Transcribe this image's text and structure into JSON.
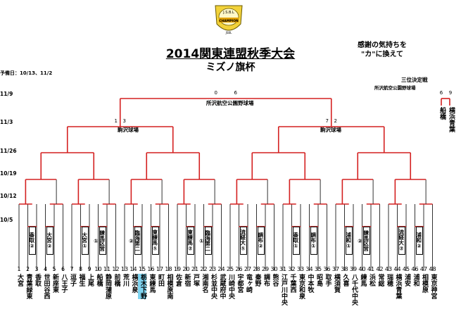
{
  "logo": {
    "text_top": "J.S.B.L",
    "text_ring": "CHAMPION",
    "text_bottom": "JSBL"
  },
  "title": "2014関東連盟秋季大会",
  "subtitle": "ミズノ旗杯",
  "slogan": [
    "感謝の気持ちを",
    "\"カ\"に換えて"
  ],
  "prelim": "予備日：10/13、11/2",
  "rounds": [
    "11/9",
    "11/3",
    "11/26",
    "10/19",
    "10/12",
    "10/5"
  ],
  "final": {
    "venue": "所沢航空公園野球場",
    "scores": [
      "0",
      "6"
    ]
  },
  "semis": [
    {
      "venue": "駒沢球場",
      "scores": [
        "1",
        "3"
      ]
    },
    {
      "venue": "駒沢球場",
      "scores": [
        "7",
        "2"
      ]
    }
  ],
  "third": {
    "title": "三位決定戦",
    "venue": "所沢航空公園野球場",
    "scores": [
      "6",
      "9"
    ],
    "teams": [
      "船橋",
      "横浜青葉"
    ]
  },
  "qualifiers": [
    "香取②",
    "大宮②",
    "大宮①",
    "練馬区営①",
    "臨海第二②",
    "東練馬①",
    "東練馬②",
    "臨海第二①",
    "流経大①",
    "調布②",
    "香取①",
    "調布①",
    "浦和①",
    "練馬区営②",
    "流経大②",
    "浦和②"
  ],
  "teams": [
    {
      "no": "1",
      "name": "大宮"
    },
    {
      "no": "2",
      "name": "青葉緑東"
    },
    {
      "no": "3",
      "name": "香取"
    },
    {
      "no": "4",
      "name": "世田谷西"
    },
    {
      "no": "5",
      "name": "新座東"
    },
    {
      "no": "6",
      "name": "八王子"
    },
    {
      "no": "7",
      "name": "逗子"
    },
    {
      "no": "8",
      "name": "福生"
    },
    {
      "no": "9",
      "name": "上尾"
    },
    {
      "no": "10",
      "name": "船橋"
    },
    {
      "no": "11",
      "name": "静岡蒲原"
    },
    {
      "no": "12",
      "name": "前橋"
    },
    {
      "no": "13",
      "name": "荒川"
    },
    {
      "no": "14",
      "name": "横浜泉"
    },
    {
      "no": "15",
      "name": "栃木下野"
    },
    {
      "no": "16",
      "name": "東練馬"
    },
    {
      "no": "17",
      "name": "町田"
    },
    {
      "no": "18",
      "name": "相模原南"
    },
    {
      "no": "19",
      "name": "佐倉"
    },
    {
      "no": "20",
      "name": "新宿"
    },
    {
      "no": "21",
      "name": "戸塚"
    },
    {
      "no": "22",
      "name": "湘南名"
    },
    {
      "no": "23",
      "name": "杉並中央"
    },
    {
      "no": "24",
      "name": "武蔵府中"
    },
    {
      "no": "25",
      "name": "川崎中央"
    },
    {
      "no": "26",
      "name": "宇都宮"
    },
    {
      "no": "27",
      "name": "竜ヶ崎"
    },
    {
      "no": "28",
      "name": "秦野"
    },
    {
      "no": "29",
      "name": "調布"
    },
    {
      "no": "30",
      "name": "熊谷"
    },
    {
      "no": "31",
      "name": "江戸川中央"
    },
    {
      "no": "32",
      "name": "千葉西"
    },
    {
      "no": "33",
      "name": "東京和泉"
    },
    {
      "no": "34",
      "name": "中本牧"
    },
    {
      "no": "35",
      "name": "昭島"
    },
    {
      "no": "36",
      "name": "取手"
    },
    {
      "no": "37",
      "name": "横須賀"
    },
    {
      "no": "38",
      "name": "久喜"
    },
    {
      "no": "39",
      "name": "八千代中央"
    },
    {
      "no": "40",
      "name": "練馬"
    },
    {
      "no": "41",
      "name": "浜松"
    },
    {
      "no": "42",
      "name": "常総"
    },
    {
      "no": "43",
      "name": "瑞穂"
    },
    {
      "no": "44",
      "name": "横浜青葉"
    },
    {
      "no": "45",
      "name": "浦安"
    },
    {
      "no": "46",
      "name": "浦和"
    },
    {
      "no": "47",
      "name": "相模原"
    },
    {
      "no": "48",
      "name": "東京神宮"
    }
  ],
  "highlight_team": "15"
}
